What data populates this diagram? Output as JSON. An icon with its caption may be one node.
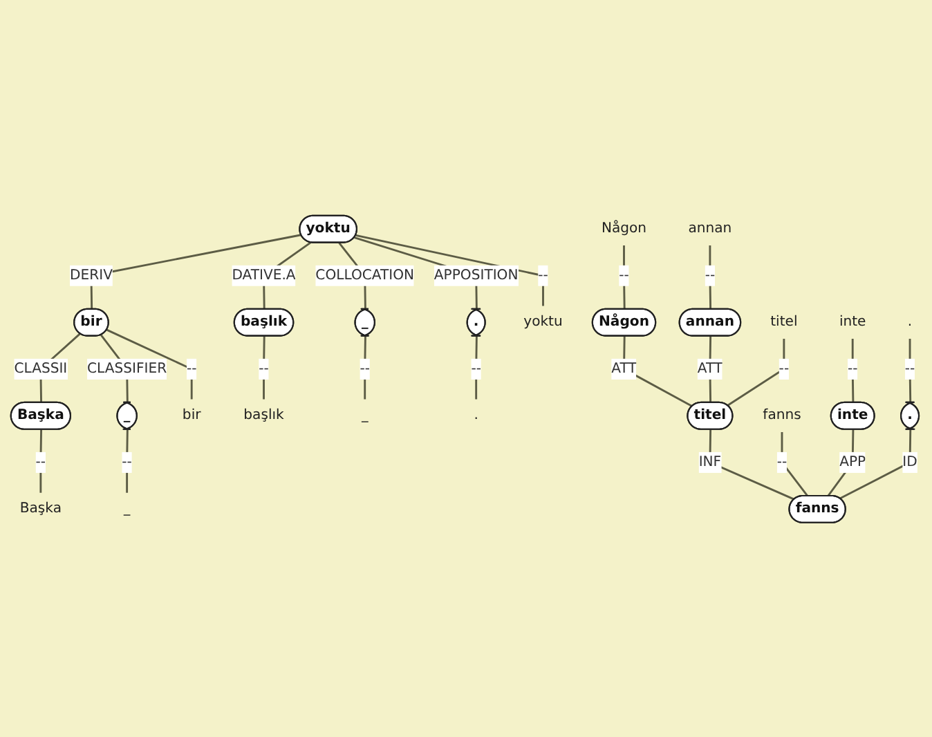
{
  "diagram": {
    "nodes": [
      {
        "text": [
          "yoktu"
        ]
      },
      {
        "text": [
          "bir"
        ]
      },
      {
        "text": [
          "Başka"
        ]
      },
      {
        "text": [
          "_"
        ]
      },
      {
        "text": [
          "başlık"
        ]
      },
      {
        "text": [
          "_"
        ]
      },
      {
        "text": [
          "."
        ]
      },
      {
        "text": [
          "Başka"
        ]
      },
      {
        "text": [
          "_"
        ]
      },
      {
        "text": [
          "bir"
        ]
      },
      {
        "text": [
          "başlık"
        ]
      },
      {
        "text": [
          "_"
        ]
      },
      {
        "text": [
          "yoktu"
        ]
      },
      {
        "text": [
          "."
        ]
      },
      {
        "text": [
          "Någon"
        ]
      },
      {
        "text": [
          "annan"
        ]
      },
      {
        "text": [
          "titel"
        ]
      },
      {
        "text": [
          "fanns"
        ]
      },
      {
        "text": [
          "inte"
        ]
      },
      {
        "text": [
          "."
        ]
      },
      {
        "text": [
          "Någon"
        ]
      },
      {
        "text": [
          "annan"
        ]
      },
      {
        "text": [
          "titel"
        ]
      },
      {
        "text": [
          "inte"
        ]
      },
      {
        "text": [
          "."
        ]
      },
      {
        "text": [
          "fanns"
        ]
      }
    ],
    "edges": [
      {
        "from": 0,
        "to": 1,
        "arrow": "none",
        "label": "DERIV"
      },
      {
        "from": 0,
        "to": 4,
        "arrow": "none",
        "label": "DATIVE.A"
      },
      {
        "from": 0,
        "to": 5,
        "arrow": "none",
        "label": "COLLOCATION"
      },
      {
        "from": 0,
        "to": 12,
        "arrow": "none",
        "label": "--"
      },
      {
        "from": 0,
        "to": 6,
        "arrow": "none",
        "label": "APPOSITION"
      },
      {
        "from": 1,
        "to": 2,
        "arrow": "none",
        "label": "CLASSII"
      },
      {
        "from": 1,
        "to": 3,
        "arrow": "none",
        "label": "CLASSIFIER"
      },
      {
        "from": 1,
        "to": 9,
        "arrow": "none",
        "label": "--"
      },
      {
        "from": 2,
        "to": 7,
        "arrow": "none",
        "label": "--"
      },
      {
        "from": 3,
        "to": 8,
        "arrow": "none",
        "label": "--"
      },
      {
        "from": 4,
        "to": 10,
        "arrow": "none",
        "label": "--"
      },
      {
        "from": 5,
        "to": 11,
        "arrow": "none",
        "label": "--"
      },
      {
        "from": 6,
        "to": 13,
        "arrow": "none",
        "label": "--"
      },
      {
        "from": 14,
        "to": 20,
        "arrow": "none",
        "label": "--"
      },
      {
        "from": 15,
        "to": 21,
        "arrow": "none",
        "label": "--"
      },
      {
        "from": 18,
        "to": 23,
        "arrow": "none",
        "label": "--"
      },
      {
        "from": 19,
        "to": 24,
        "arrow": "none",
        "label": "--"
      },
      {
        "from": 20,
        "to": 22,
        "arrow": "none",
        "label": "ATT"
      },
      {
        "from": 21,
        "to": 22,
        "arrow": "none",
        "label": "ATT"
      },
      {
        "from": 16,
        "to": 22,
        "arrow": "none",
        "label": "--"
      },
      {
        "from": 22,
        "to": 25,
        "arrow": "none",
        "label": "INF"
      },
      {
        "from": 17,
        "to": 25,
        "arrow": "none",
        "label": "--"
      },
      {
        "from": 23,
        "to": 25,
        "arrow": "none",
        "label": "APP"
      },
      {
        "from": 24,
        "to": 25,
        "arrow": "none",
        "label": "ID"
      }
    ]
  }
}
